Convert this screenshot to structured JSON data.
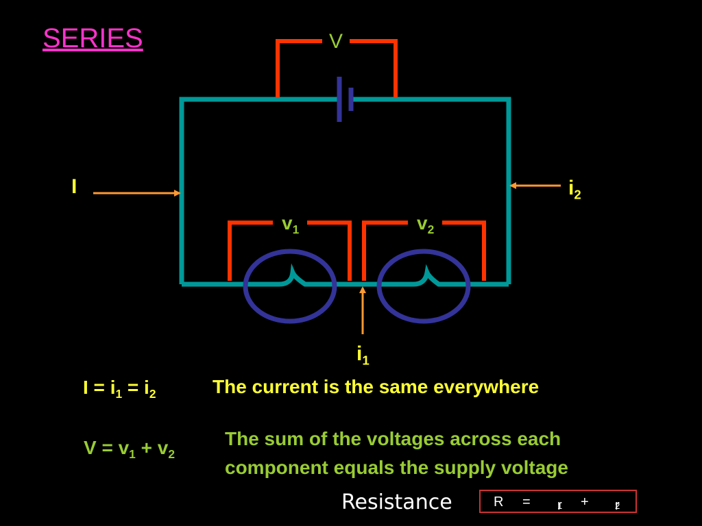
{
  "title": "SERIES",
  "labels": {
    "supply_voltage": "V",
    "v1_base": "v",
    "v1_sub": "1",
    "v2_base": "v",
    "v2_sub": "2",
    "current_I": "I",
    "i1_base": "i",
    "i1_sub": "1",
    "i2_base": "i",
    "i2_sub": "2"
  },
  "current_rule": {
    "equation": {
      "a": "I = i",
      "a_sub": "1",
      "b": " = i",
      "b_sub": "2"
    },
    "text": "The current is the same everywhere"
  },
  "voltage_rule": {
    "equation": {
      "a": "V = v",
      "a_sub": "1",
      "b": " + v",
      "b_sub": "2"
    },
    "text_line1": "The sum of the voltages across each",
    "text_line2": "component equals the supply voltage"
  },
  "resistance": {
    "word": "Resistance",
    "R": "R",
    "equals": "=",
    "r1_base": "r",
    "r1_sub": "1",
    "plus": "+",
    "r2_base": "r",
    "r2_sub": "2"
  },
  "colors": {
    "wire": "#009999",
    "voltmeter_leads": "#ff3300",
    "lamp": "#333399",
    "arrows": "#ff9933",
    "title": "#ff33cc",
    "yellow_text": "#ffff33",
    "green_text": "#99cc33"
  }
}
